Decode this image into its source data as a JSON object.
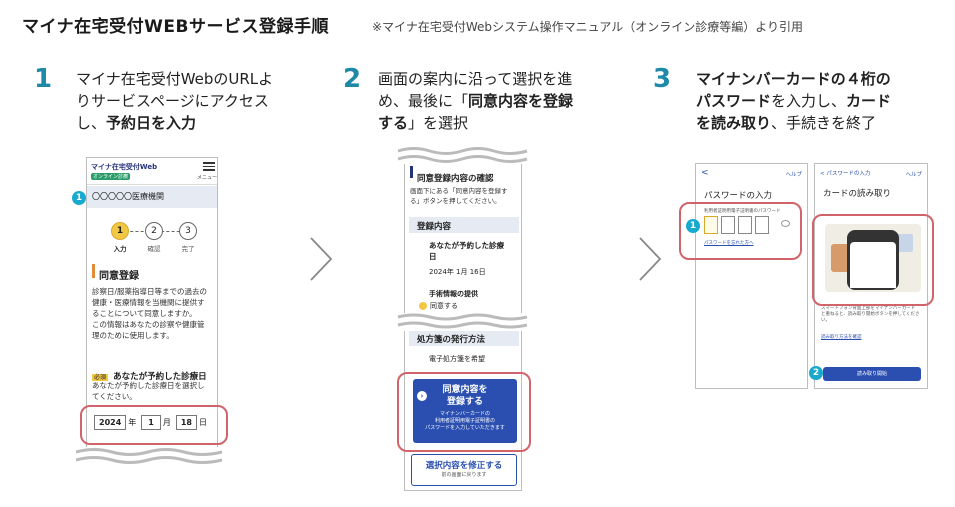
{
  "header": {
    "title": "マイナ在宅受付WEBサービス登録手順",
    "subtitle": "※マイナ在宅受付Webシステム操作マニュアル（オンライン診療等編）より引用"
  },
  "steps": [
    {
      "number": "1",
      "lines": [
        [
          "マイナ在宅受付WebのURLよ"
        ],
        [
          "りサービスページにアクセス"
        ],
        [
          "し、",
          "予約日を入力"
        ]
      ]
    },
    {
      "number": "2",
      "lines": [
        [
          "画面の案内に沿って選択を進"
        ],
        [
          "め、最後に「",
          "同意内容を登録"
        ],
        [
          "する",
          "」を選択"
        ]
      ]
    },
    {
      "number": "3",
      "lines": [
        [
          "マイナンバーカードの４桁の"
        ],
        [
          "パスワード",
          "を入力し、",
          "カード"
        ],
        [
          "を読み取り",
          "、手続きを終了"
        ]
      ]
    }
  ],
  "phone1": {
    "app_title": "マイナ在宅受付Web",
    "app_badge": "オンライン診療",
    "menu_label": "メニュー",
    "marker": "1",
    "clinic": "〇〇〇〇〇医療機関",
    "progress": [
      {
        "num": "1",
        "label": "入力",
        "active": true
      },
      {
        "num": "2",
        "label": "確認",
        "active": false
      },
      {
        "num": "3",
        "label": "完了",
        "active": false
      }
    ],
    "section_title": "同意登録",
    "body": [
      "診察日/服薬指導日等までの過去の",
      "健康・医療情報を当機関に提供す",
      "ることについて同意しますか。",
      "この情報はあなたの診察や健康管",
      "理のために使用します。"
    ],
    "required_badge": "必須",
    "date_heading": "あなたが予約した診療日",
    "date_help": [
      "あなたが予約した診療日を選択し",
      "てください。"
    ],
    "date": {
      "year": "2024",
      "year_unit": "年",
      "month": "1",
      "month_unit": "月",
      "day": "18",
      "day_unit": "日"
    }
  },
  "phone2": {
    "confirm_title": "同意登録内容の確認",
    "confirm_help": [
      "画面下にある「同意内容を登録す",
      "る」ボタンを押してください。"
    ],
    "content_title": "登録内容",
    "date_q": [
      "あなたが予約した診療",
      "日"
    ],
    "date_val": "2024年 1月 16日",
    "surgery_q": "手術情報の提供",
    "surgery_val": "同意する",
    "rx_title": "処方箋の発行方法",
    "rx_val": "電子処方箋を希望",
    "register_btn": [
      "同意内容を",
      "登録する"
    ],
    "register_sub": [
      "マイナンバーカードの",
      "利用者証明用電子証明書の",
      "パスワードを入力していただきます"
    ],
    "modify_btn": "選択内容を修正する",
    "modify_sub": "前の画面に戻ります"
  },
  "phone3a": {
    "back": "<",
    "help": "ヘルプ",
    "title": "パスワードの入力",
    "marker": "1",
    "field_label": "利用者証明用電子証明書のパスワード",
    "forgot": "パスワードを忘れた方へ"
  },
  "phone3b": {
    "back": "< パスワードの入力",
    "help": "ヘルプ",
    "title": "カードの読み取り",
    "instructions": [
      "スマートフォン背面上部をマイナンバーカード",
      "と重ねると、読み取り開始ボタンを押してください。"
    ],
    "howto": "読み取り方法を確認",
    "marker": "2",
    "start_btn": "読み取り開始"
  },
  "colors": {
    "accent": "#1f8aa8",
    "navy": "#24327a",
    "button_blue": "#2a4fb0",
    "highlight_red": "#d0646a",
    "marker_cyan": "#19a9cf",
    "active_step": "#f2c744"
  }
}
